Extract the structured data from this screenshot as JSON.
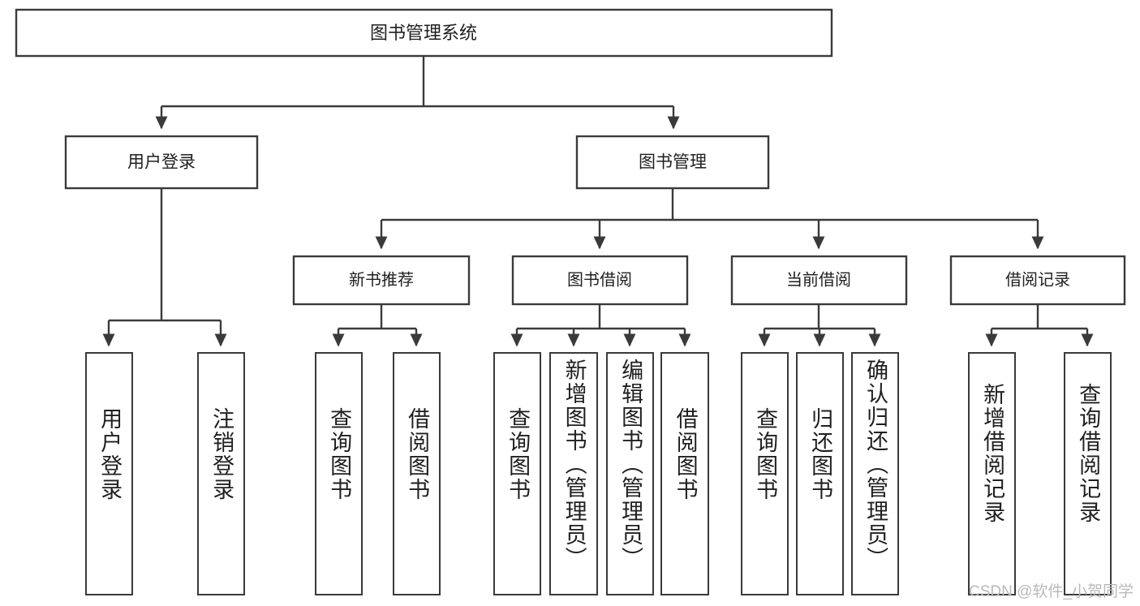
{
  "diagram": {
    "type": "tree",
    "title": "图书管理系统",
    "root": {
      "label": "图书管理系统"
    },
    "level1": [
      {
        "label": "用户登录"
      },
      {
        "label": "图书管理"
      }
    ],
    "level2": [
      {
        "label": "新书推荐"
      },
      {
        "label": "图书借阅"
      },
      {
        "label": "当前借阅"
      },
      {
        "label": "借阅记录"
      }
    ],
    "leaves": {
      "user_login": [
        {
          "label": "用户登录"
        },
        {
          "label": "注销登录"
        }
      ],
      "new_book_recommend": [
        {
          "label": "查询图书"
        },
        {
          "label": "借阅图书"
        }
      ],
      "book_borrow": [
        {
          "label": "查询图书"
        },
        {
          "label": "新增图书（管理员）"
        },
        {
          "label": "编辑图书（管理员）"
        },
        {
          "label": "借阅图书"
        }
      ],
      "current_borrow": [
        {
          "label": "查询图书"
        },
        {
          "label": "归还图书"
        },
        {
          "label": "确认归还（管理员）"
        }
      ],
      "borrow_record": [
        {
          "label": "新增借阅记录"
        },
        {
          "label": "查询借阅记录"
        }
      ]
    }
  },
  "watermark": {
    "text": "CSDN @软件_小贺同学"
  },
  "colors": {
    "stroke": "#3a3a3a",
    "fill": "#ffffff",
    "text": "#1f1f1f",
    "watermark": "#b9b9b9"
  }
}
